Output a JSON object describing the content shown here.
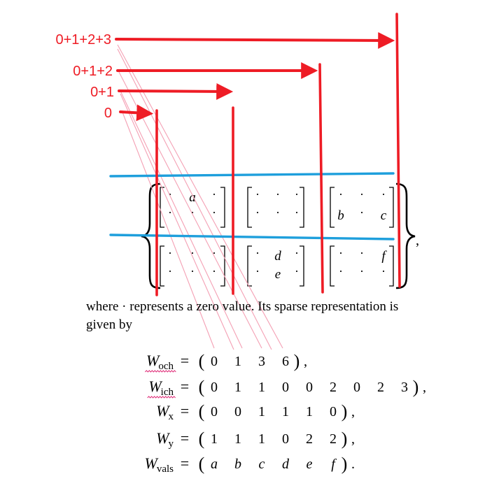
{
  "annotations": {
    "labels": [
      "0+1+2+3",
      "0+1+2",
      "0+1",
      "0"
    ],
    "red_color": "#ee1c25",
    "blue_color": "#1e9fdc",
    "pink_color": "#f4a0b4"
  },
  "matrix": {
    "cells": {
      "r0c0": [
        "·",
        "a",
        "·",
        "·",
        "·",
        "·"
      ],
      "r0c1": [
        "·",
        "·",
        "·",
        "·",
        "·",
        "·"
      ],
      "r0c2": [
        "·",
        "·",
        "·",
        "b",
        "·",
        "c"
      ],
      "r1c0": [
        "·",
        "·",
        "·",
        "·",
        "·",
        "·"
      ],
      "r1c1": [
        "·",
        "d",
        "·",
        "·",
        "e",
        "·"
      ],
      "r1c2": [
        "·",
        "·",
        "f",
        "·",
        "·",
        "·"
      ]
    },
    "trailing_comma": ","
  },
  "caption": {
    "line1": "where · represents a zero value. Its sparse representation is",
    "line2": "given by"
  },
  "equations": [
    {
      "name": "W",
      "sub": "och",
      "values": [
        "0",
        "1",
        "3",
        "6"
      ],
      "end": ","
    },
    {
      "name": "W",
      "sub": "ich",
      "values": [
        "0",
        "1",
        "1",
        "0",
        "0",
        "2",
        "0",
        "2",
        "3"
      ],
      "end": ","
    },
    {
      "name": "W",
      "sub": "x",
      "values": [
        "0",
        "0",
        "1",
        "1",
        "1",
        "0"
      ],
      "end": ","
    },
    {
      "name": "W",
      "sub": "y",
      "values": [
        "1",
        "1",
        "1",
        "0",
        "2",
        "2"
      ],
      "end": ","
    },
    {
      "name": "W",
      "sub": "vals",
      "values": [
        "a",
        "b",
        "c",
        "d",
        "e",
        "f"
      ],
      "end": "."
    }
  ]
}
